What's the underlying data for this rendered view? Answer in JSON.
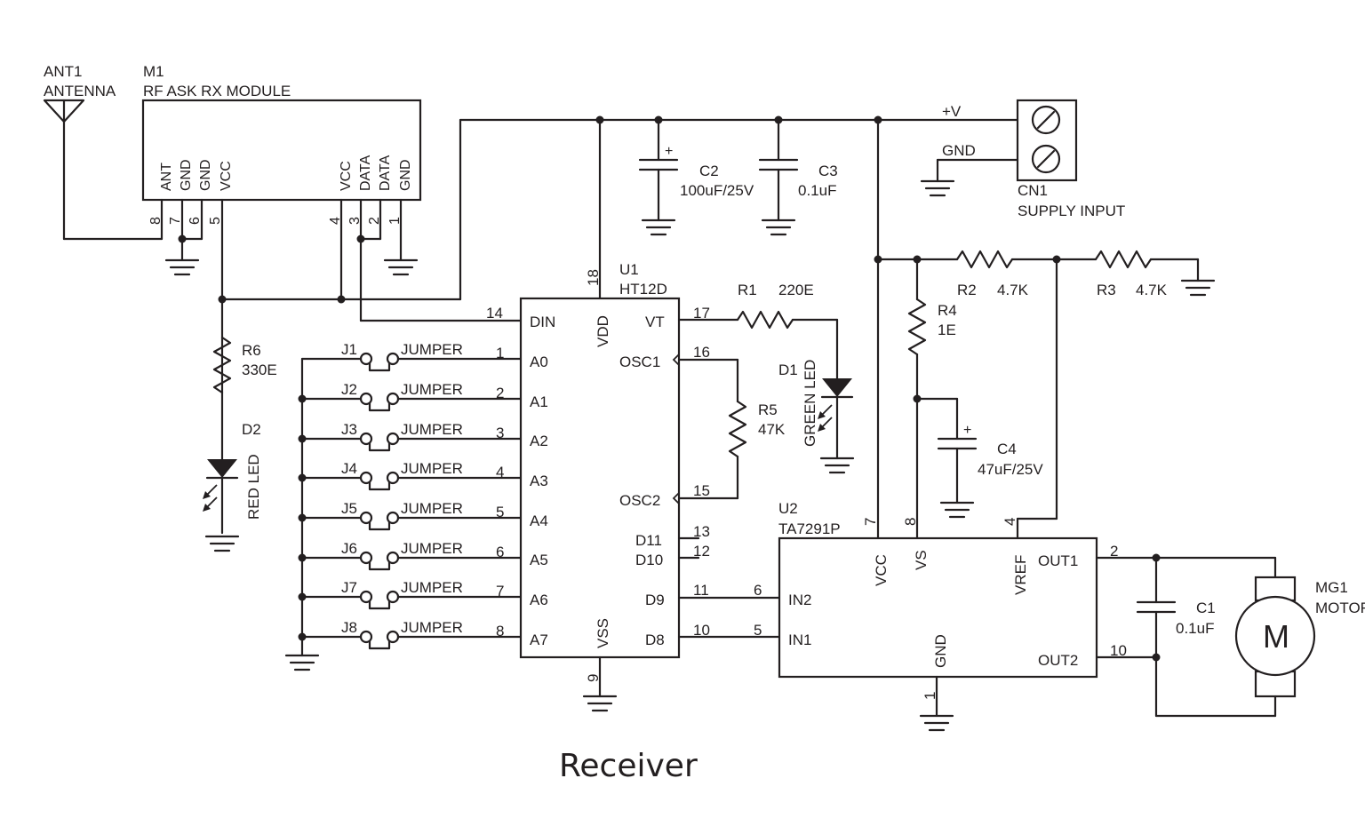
{
  "caption": "Receiver",
  "antenna": {
    "ref": "ANT1",
    "name": "ANTENNA"
  },
  "rx_module": {
    "ref": "M1",
    "name": "RF ASK RX MODULE",
    "pins": [
      {
        "label": "ANT",
        "num": "8"
      },
      {
        "label": "GND",
        "num": "7"
      },
      {
        "label": "GND",
        "num": "6"
      },
      {
        "label": "VCC",
        "num": "5"
      },
      {
        "label": "VCC",
        "num": "4"
      },
      {
        "label": "DATA",
        "num": "3"
      },
      {
        "label": "DATA",
        "num": "2"
      },
      {
        "label": "GND",
        "num": "1"
      }
    ]
  },
  "supply": {
    "vplus": "+V",
    "gnd": "GND",
    "ref": "CN1",
    "name": "SUPPLY INPUT"
  },
  "c2": {
    "ref": "C2",
    "value": "100uF/25V",
    "plus": "+"
  },
  "c3": {
    "ref": "C3",
    "value": "0.1uF"
  },
  "r6": {
    "ref": "R6",
    "value": "330E"
  },
  "d2": {
    "ref": "D2",
    "name": "RED LED"
  },
  "jumpers": [
    {
      "ref": "J1",
      "label": "JUMPER",
      "pin": "1",
      "addr": "A0"
    },
    {
      "ref": "J2",
      "label": "JUMPER",
      "pin": "2",
      "addr": "A1"
    },
    {
      "ref": "J3",
      "label": "JUMPER",
      "pin": "3",
      "addr": "A2"
    },
    {
      "ref": "J4",
      "label": "JUMPER",
      "pin": "4",
      "addr": "A3"
    },
    {
      "ref": "J5",
      "label": "JUMPER",
      "pin": "5",
      "addr": "A4"
    },
    {
      "ref": "J6",
      "label": "JUMPER",
      "pin": "6",
      "addr": "A5"
    },
    {
      "ref": "J7",
      "label": "JUMPER",
      "pin": "7",
      "addr": "A6"
    },
    {
      "ref": "J8",
      "label": "JUMPER",
      "pin": "8",
      "addr": "A7"
    }
  ],
  "u1": {
    "ref": "U1",
    "name": "HT12D",
    "din": "DIN",
    "din_pin": "14",
    "vdd": "VDD",
    "vdd_pin": "18",
    "vss": "VSS",
    "vss_pin": "9",
    "vt": "VT",
    "vt_pin": "17",
    "osc1": "OSC1",
    "osc1_pin": "16",
    "osc2": "OSC2",
    "osc2_pin": "15",
    "d11": "D11",
    "d11_pin": "13",
    "d10": "D10",
    "d10_pin": "12",
    "d9": "D9",
    "d9_pin": "11",
    "d8": "D8",
    "d8_pin": "10"
  },
  "r1": {
    "ref": "R1",
    "value": "220E"
  },
  "d1": {
    "ref": "D1",
    "name": "GREEN LED"
  },
  "r5": {
    "ref": "R5",
    "value": "47K"
  },
  "r2": {
    "ref": "R2",
    "value": "4.7K"
  },
  "r3": {
    "ref": "R3",
    "value": "4.7K"
  },
  "r4": {
    "ref": "R4",
    "value": "1E"
  },
  "c4": {
    "ref": "C4",
    "value": "47uF/25V",
    "plus": "+"
  },
  "u2": {
    "ref": "U2",
    "name": "TA7291P",
    "vcc": "VCC",
    "vcc_pin": "7",
    "vs": "VS",
    "vs_pin": "8",
    "vref": "VREF",
    "vref_pin": "4",
    "out1": "OUT1",
    "out1_pin": "2",
    "out2": "OUT2",
    "out2_pin": "10",
    "in2": "IN2",
    "in2_pin": "6",
    "in1": "IN1",
    "in1_pin": "5",
    "gnd": "GND",
    "gnd_pin": "1"
  },
  "c1": {
    "ref": "C1",
    "value": "0.1uF"
  },
  "motor": {
    "ref": "MG1",
    "name": "MOTOR",
    "symbol": "M"
  }
}
